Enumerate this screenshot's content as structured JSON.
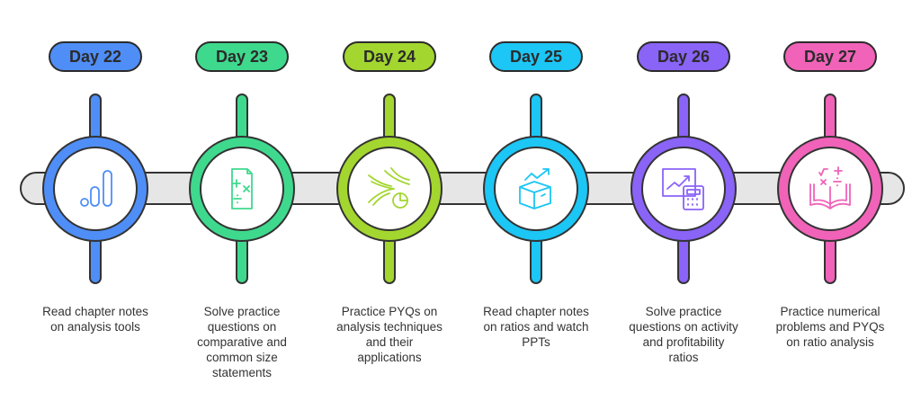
{
  "steps": [
    {
      "day": "Day 22",
      "color": "#4f8ef7",
      "icon": "bar-chart-icon",
      "lines": [
        "Read chapter notes",
        "on analysis tools"
      ]
    },
    {
      "day": "Day 23",
      "color": "#3fd98e",
      "icon": "math-document-icon",
      "lines": [
        "Solve practice",
        "questions on",
        "comparative and",
        "common size",
        "statements"
      ]
    },
    {
      "day": "Day 24",
      "color": "#a3d62f",
      "icon": "data-flow-pie-icon",
      "lines": [
        "Practice PYQs on",
        "analysis techniques",
        "and their",
        "applications"
      ]
    },
    {
      "day": "Day 25",
      "color": "#1cc6f5",
      "icon": "growth-box-icon",
      "lines": [
        "Read chapter notes",
        "on ratios and watch",
        "PPTs"
      ]
    },
    {
      "day": "Day 26",
      "color": "#8a63f7",
      "icon": "chart-calculator-icon",
      "lines": [
        "Solve practice",
        "questions on activity",
        "and profitability",
        "ratios"
      ]
    },
    {
      "day": "Day 27",
      "color": "#f063b8",
      "icon": "math-book-icon",
      "lines": [
        "Practice numerical",
        "problems and PYQs",
        "on ratio analysis"
      ]
    }
  ]
}
